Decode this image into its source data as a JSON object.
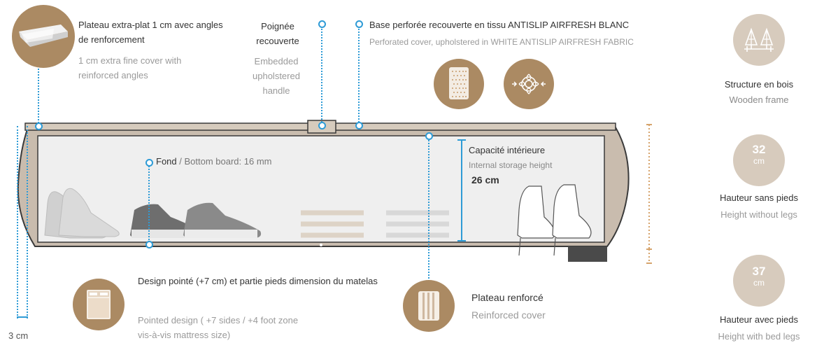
{
  "thin_cover": {
    "fr": "Plateau extra-plat 1 cm avec angles de renforcement",
    "en": "1 cm extra fine cover with reinforced angles"
  },
  "handle": {
    "fr": "Poignée recouverte",
    "en": "Embedded upholstered handle"
  },
  "base": {
    "fr": "Base perforée recouverte en tissu ANTISLIP AIRFRESH BLANC",
    "en": "Perforated cover, upholstered in WHITE ANTISLIP AIRFRESH FABRIC"
  },
  "wooden_frame": {
    "fr": "Structure en bois",
    "en": "Wooden frame"
  },
  "bottom_board": {
    "fr": "Fond",
    "en": "/ Bottom board: 16 mm"
  },
  "capacity": {
    "fr": "Capacité intérieure",
    "en": "Internal storage height",
    "value": "26 cm"
  },
  "height_no_legs": {
    "num": "32",
    "unit": "cm",
    "fr": "Hauteur sans pieds",
    "en": "Height without legs"
  },
  "height_legs": {
    "num": "37",
    "unit": "cm",
    "fr": "Hauteur avec pieds",
    "en": "Height with bed legs"
  },
  "side_width": "3 cm",
  "pointed_design": {
    "fr": "Design pointé (+7 cm) et partie pieds dimension du matelas",
    "en": "Pointed design ( +7 sides / +4 foot zone vis-à-vis mattress size)"
  },
  "reinforced_cover": {
    "fr": "Plateau renforcé",
    "en": "Reinforced cover"
  },
  "colors": {
    "accent": "#ab8a63",
    "accent_light": "#d7cbbd",
    "callout_blue": "#2e9bd6",
    "frame": "#c9bcae"
  },
  "icons": [
    "thin-cover-icon",
    "perforated-fabric-icon",
    "airflow-icon",
    "wooden-frame-icon",
    "mattress-icon",
    "reinforced-cover-icon"
  ]
}
